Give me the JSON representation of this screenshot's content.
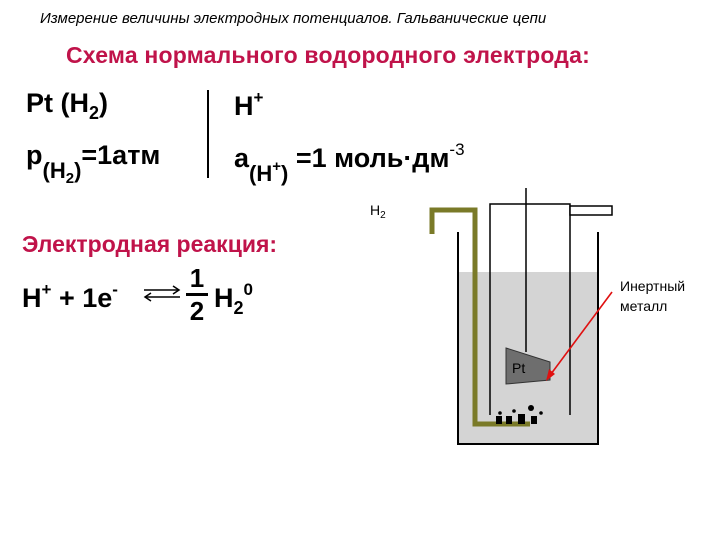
{
  "header": {
    "text": "Измерение величины электродных потенциалов. Гальванические цепи"
  },
  "title": {
    "text": "Схема нормального водородного электрода:"
  },
  "scheme": {
    "left_top": {
      "base": "Pt (H",
      "sub": "2",
      "close": ")"
    },
    "right_top": {
      "base": "H",
      "sup": "+"
    },
    "left_bottom": {
      "p": "p",
      "sub_open": "(H",
      "sub_two": "2",
      "sub_close": ")",
      "rest": "=1атм"
    },
    "right_bottom": {
      "a": "a",
      "sub_open": "(H",
      "sub_plus": "+",
      "sub_close": ")",
      "rest": " =1 моль·дм",
      "exp": "-3"
    }
  },
  "reaction": {
    "title": "Электродная реакция:",
    "lhs_h": "H",
    "lhs_h_sup": "+",
    "lhs_mid": " + 1e",
    "lhs_e_sup": "-",
    "frac_num": "1",
    "frac_den": "2",
    "rhs_h": "H",
    "rhs_sub": "2",
    "rhs_sup": "0"
  },
  "diagram": {
    "h2_label": "H",
    "h2_sub": "2",
    "pt_label": "Pt",
    "inert_label_line1": "Инертный",
    "inert_label_line2": "металл",
    "colors": {
      "tube": "#7a7a28",
      "liquid": "#d4d4d4",
      "arrow": "#e01010",
      "plate": "#6e6e6e"
    }
  }
}
